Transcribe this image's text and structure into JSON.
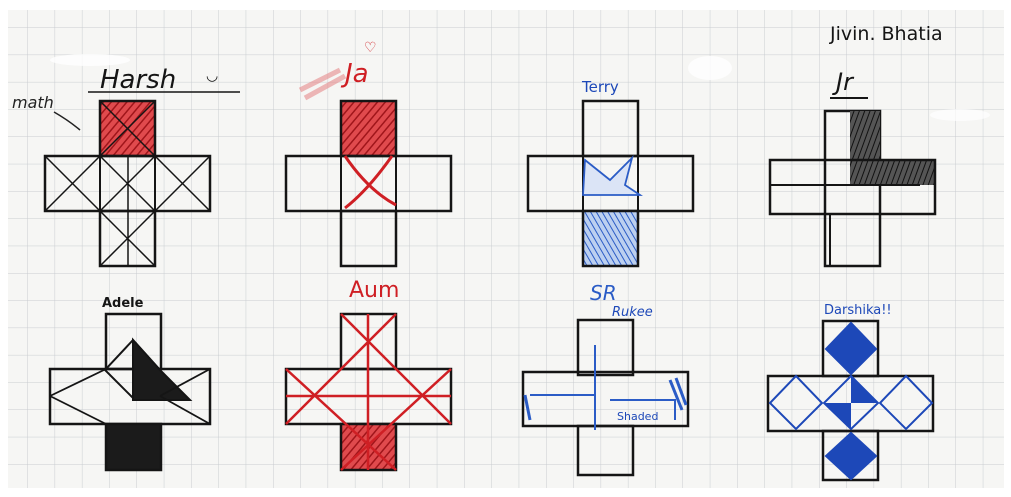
{
  "labels": {
    "math": "math",
    "marsh": "Harsh",
    "heart_name": "Ja",
    "terry": "Terry",
    "jivin": "Jivin. Bhatia",
    "jivin_initials": "Jr",
    "middle_left": "Adele",
    "aum": "Aum",
    "sr": "SR",
    "rukee": "Rukee",
    "shaded": "Shaded",
    "darshika": "Darshika!!"
  },
  "colors": {
    "board": "#f6f6f4",
    "grid": "#c9ccd0",
    "ink_black": "#151515",
    "ink_red": "#cf1f24",
    "ink_blue": "#1d48b8",
    "ink_blue_light": "#4f79d1"
  }
}
